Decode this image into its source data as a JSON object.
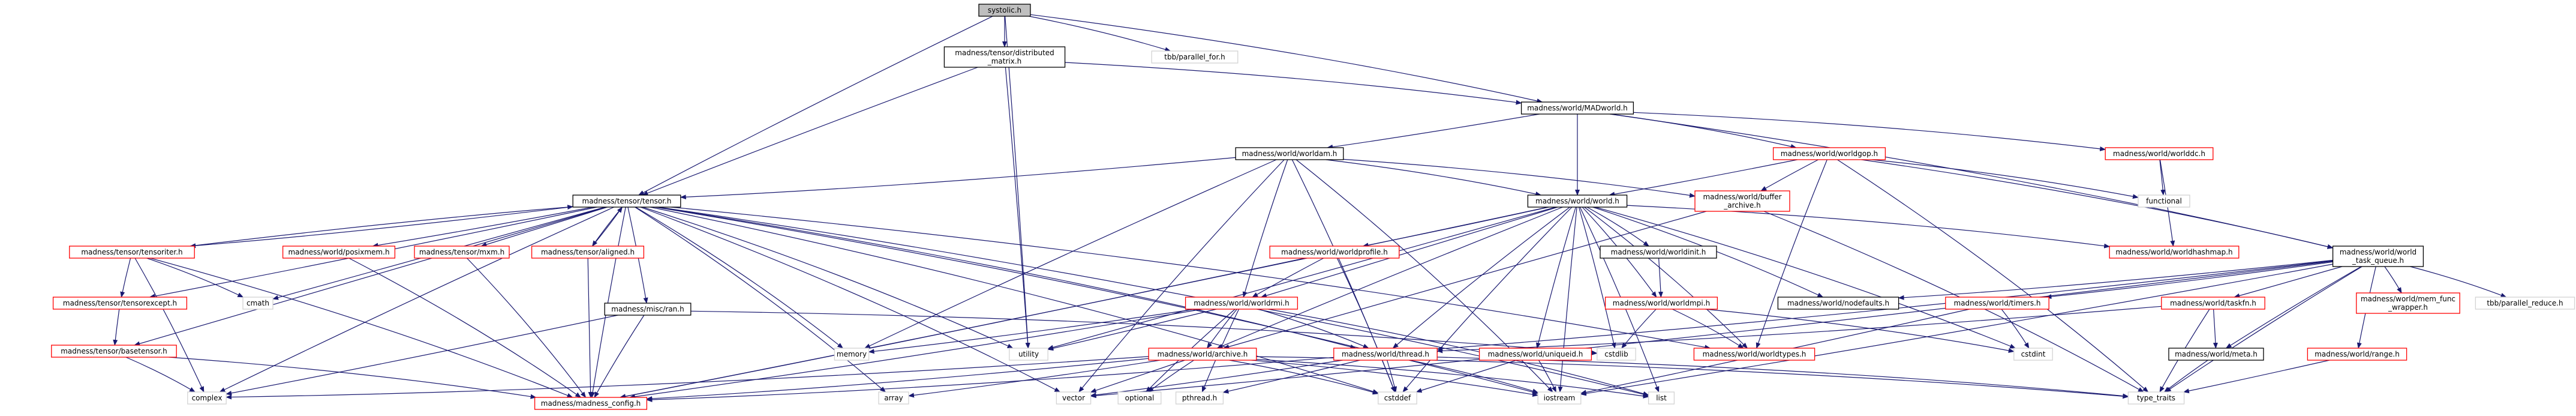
{
  "graph": {
    "title": "systolic.h",
    "colors": {
      "edge": "#191970",
      "documented_border": "#000000",
      "undocumented_border": "#d3d3d3",
      "truncated_border": "#ff0000",
      "root_fill": "#bfbfbf",
      "node_fill": "#ffffff"
    },
    "nodes": [
      {
        "id": "root",
        "lines": [
          "systolic.h"
        ],
        "style": "root"
      },
      {
        "id": "distmat",
        "lines": [
          "madness/tensor/distributed",
          "_matrix.h"
        ],
        "style": "doc"
      },
      {
        "id": "tbbpf",
        "lines": [
          "tbb/parallel_for.h"
        ],
        "style": "ext"
      },
      {
        "id": "madworld",
        "lines": [
          "madness/world/MADworld.h"
        ],
        "style": "doc"
      },
      {
        "id": "worlddc",
        "lines": [
          "madness/world/worlddc.h"
        ],
        "style": "trunc"
      },
      {
        "id": "worldgop",
        "lines": [
          "madness/world/worldgop.h"
        ],
        "style": "trunc"
      },
      {
        "id": "worldam",
        "lines": [
          "madness/world/worldam.h"
        ],
        "style": "doc"
      },
      {
        "id": "tensor",
        "lines": [
          "madness/tensor/tensor.h"
        ],
        "style": "doc"
      },
      {
        "id": "world",
        "lines": [
          "madness/world/world.h"
        ],
        "style": "doc"
      },
      {
        "id": "buffer",
        "lines": [
          "madness/world/buffer",
          "_archive.h"
        ],
        "style": "trunc"
      },
      {
        "id": "functional",
        "lines": [
          "functional"
        ],
        "style": "ext"
      },
      {
        "id": "worldhashmap",
        "lines": [
          "madness/world/worldhashmap.h"
        ],
        "style": "trunc"
      },
      {
        "id": "wtq",
        "lines": [
          "madness/world/world",
          "_task_queue.h"
        ],
        "style": "doc"
      },
      {
        "id": "tensoriter",
        "lines": [
          "madness/tensor/tensoriter.h"
        ],
        "style": "trunc"
      },
      {
        "id": "posixmem",
        "lines": [
          "madness/world/posixmem.h"
        ],
        "style": "trunc"
      },
      {
        "id": "mxm",
        "lines": [
          "madness/tensor/mxm.h"
        ],
        "style": "trunc"
      },
      {
        "id": "aligned",
        "lines": [
          "madness/tensor/aligned.h"
        ],
        "style": "trunc"
      },
      {
        "id": "worldprofile",
        "lines": [
          "madness/world/worldprofile.h"
        ],
        "style": "trunc"
      },
      {
        "id": "worldinit",
        "lines": [
          "madness/world/worldinit.h"
        ],
        "style": "doc"
      },
      {
        "id": "nodefaults",
        "lines": [
          "madness/world/nodefaults.h"
        ],
        "style": "doc"
      },
      {
        "id": "worldtimers",
        "lines": [
          "madness/world/timers.h"
        ],
        "style": "trunc"
      },
      {
        "id": "taskfn",
        "lines": [
          "madness/world/taskfn.h"
        ],
        "style": "trunc"
      },
      {
        "id": "memfunc",
        "lines": [
          "madness/world/mem_func",
          "_wrapper.h"
        ],
        "style": "trunc"
      },
      {
        "id": "tbbpr",
        "lines": [
          "tbb/parallel_reduce.h"
        ],
        "style": "ext"
      },
      {
        "id": "cmath",
        "lines": [
          "cmath"
        ],
        "style": "ext"
      },
      {
        "id": "tensorexcept",
        "lines": [
          "madness/tensor/tensorexcept.h"
        ],
        "style": "trunc"
      },
      {
        "id": "misctran",
        "lines": [
          "madness/misc/ran.h"
        ],
        "style": "doc"
      },
      {
        "id": "worldrmi",
        "lines": [
          "madness/world/worldrmi.h"
        ],
        "style": "trunc"
      },
      {
        "id": "worldmpi",
        "lines": [
          "madness/world/worldmpi.h"
        ],
        "style": "trunc"
      },
      {
        "id": "basetensor",
        "lines": [
          "madness/tensor/basetensor.h"
        ],
        "style": "trunc"
      },
      {
        "id": "memory",
        "lines": [
          "memory"
        ],
        "style": "ext"
      },
      {
        "id": "utility",
        "lines": [
          "utility"
        ],
        "style": "ext"
      },
      {
        "id": "thread",
        "lines": [
          "madness/world/thread.h"
        ],
        "style": "trunc"
      },
      {
        "id": "cstdlib",
        "lines": [
          "cstdlib"
        ],
        "style": "ext"
      },
      {
        "id": "worldtypes",
        "lines": [
          "madness/world/worldtypes.h"
        ],
        "style": "trunc"
      },
      {
        "id": "cstdint",
        "lines": [
          "cstdint"
        ],
        "style": "ext"
      },
      {
        "id": "archive",
        "lines": [
          "madness/world/archive.h"
        ],
        "style": "trunc"
      },
      {
        "id": "uniqueid",
        "lines": [
          "madness/world/uniqueid.h"
        ],
        "style": "trunc"
      },
      {
        "id": "meta",
        "lines": [
          "madness/world/meta.h"
        ],
        "style": "doc"
      },
      {
        "id": "range",
        "lines": [
          "madness/world/range.h"
        ],
        "style": "trunc"
      },
      {
        "id": "complex",
        "lines": [
          "complex"
        ],
        "style": "ext"
      },
      {
        "id": "madconfig",
        "lines": [
          "madness/madness_config.h"
        ],
        "style": "trunc"
      },
      {
        "id": "array",
        "lines": [
          "array"
        ],
        "style": "ext"
      },
      {
        "id": "vector",
        "lines": [
          "vector"
        ],
        "style": "ext"
      },
      {
        "id": "optional",
        "lines": [
          "optional"
        ],
        "style": "ext"
      },
      {
        "id": "pthread",
        "lines": [
          "pthread.h"
        ],
        "style": "ext"
      },
      {
        "id": "cstddef",
        "lines": [
          "cstddef"
        ],
        "style": "ext"
      },
      {
        "id": "iostream",
        "lines": [
          "iostream"
        ],
        "style": "ext"
      },
      {
        "id": "list",
        "lines": [
          "list"
        ],
        "style": "ext"
      },
      {
        "id": "typetraits",
        "lines": [
          "type_traits"
        ],
        "style": "ext"
      }
    ],
    "edges": [
      [
        "root",
        "distmat"
      ],
      [
        "root",
        "tbbpf"
      ],
      [
        "root",
        "madworld"
      ],
      [
        "root",
        "tensor"
      ],
      [
        "root",
        "utility"
      ],
      [
        "distmat",
        "tensor"
      ],
      [
        "distmat",
        "madworld"
      ],
      [
        "distmat",
        "utility"
      ],
      [
        "madworld",
        "worldam"
      ],
      [
        "madworld",
        "world"
      ],
      [
        "madworld",
        "worldgop"
      ],
      [
        "madworld",
        "worlddc"
      ],
      [
        "madworld",
        "wtq"
      ],
      [
        "worldam",
        "tensor"
      ],
      [
        "worldam",
        "world"
      ],
      [
        "worldam",
        "buffer"
      ],
      [
        "worldam",
        "worldrmi"
      ],
      [
        "worldam",
        "memory"
      ],
      [
        "worldam",
        "vector"
      ],
      [
        "worldam",
        "cstddef"
      ],
      [
        "worldam",
        "iostream"
      ],
      [
        "worldgop",
        "world"
      ],
      [
        "worldgop",
        "buffer"
      ],
      [
        "worldgop",
        "functional"
      ],
      [
        "worldgop",
        "wtq"
      ],
      [
        "worldgop",
        "worldtypes"
      ],
      [
        "worldgop",
        "typetraits"
      ],
      [
        "worlddc",
        "functional"
      ],
      [
        "worlddc",
        "worldhashmap"
      ],
      [
        "world",
        "worldprofile"
      ],
      [
        "world",
        "worldinit"
      ],
      [
        "world",
        "worldmpi"
      ],
      [
        "world",
        "worldhashmap"
      ],
      [
        "world",
        "nodefaults"
      ],
      [
        "world",
        "worldrmi"
      ],
      [
        "world",
        "thread"
      ],
      [
        "world",
        "uniqueid"
      ],
      [
        "world",
        "utility"
      ],
      [
        "world",
        "cstddef"
      ],
      [
        "world",
        "iostream"
      ],
      [
        "world",
        "list"
      ],
      [
        "world",
        "cstdint"
      ],
      [
        "world",
        "madconfig"
      ],
      [
        "world",
        "archive"
      ],
      [
        "world",
        "worldtypes"
      ],
      [
        "world",
        "cstdlib"
      ],
      [
        "buffer",
        "archive"
      ],
      [
        "buffer",
        "typetraits"
      ],
      [
        "wtq",
        "nodefaults"
      ],
      [
        "wtq",
        "worldtimers"
      ],
      [
        "wtq",
        "taskfn"
      ],
      [
        "wtq",
        "memfunc"
      ],
      [
        "wtq",
        "tbbpr"
      ],
      [
        "wtq",
        "meta"
      ],
      [
        "wtq",
        "range"
      ],
      [
        "wtq",
        "thread"
      ],
      [
        "wtq",
        "iostream"
      ],
      [
        "wtq",
        "typetraits"
      ],
      [
        "wtq",
        "vector"
      ],
      [
        "tensor",
        "tensoriter"
      ],
      [
        "tensor",
        "posixmem"
      ],
      [
        "tensor",
        "mxm"
      ],
      [
        "tensor",
        "aligned"
      ],
      [
        "tensor",
        "misctran"
      ],
      [
        "tensor",
        "cmath"
      ],
      [
        "tensor",
        "tensorexcept"
      ],
      [
        "tensor",
        "basetensor"
      ],
      [
        "tensor",
        "complex"
      ],
      [
        "tensor",
        "memory"
      ],
      [
        "tensor",
        "array"
      ],
      [
        "tensor",
        "vector"
      ],
      [
        "tensor",
        "iostream"
      ],
      [
        "tensor",
        "utility"
      ],
      [
        "tensor",
        "list"
      ],
      [
        "tensor",
        "cstddef"
      ],
      [
        "tensor",
        "madconfig"
      ],
      [
        "tensor",
        "thread"
      ],
      [
        "tensor",
        "worldtypes"
      ],
      [
        "tensoriter",
        "tensor"
      ],
      [
        "tensoriter",
        "tensorexcept"
      ],
      [
        "tensoriter",
        "cmath"
      ],
      [
        "tensoriter",
        "complex"
      ],
      [
        "tensoriter",
        "madconfig"
      ],
      [
        "tensorexcept",
        "basetensor"
      ],
      [
        "basetensor",
        "complex"
      ],
      [
        "basetensor",
        "madconfig"
      ],
      [
        "posixmem",
        "madconfig"
      ],
      [
        "mxm",
        "madconfig"
      ],
      [
        "aligned",
        "tensor"
      ],
      [
        "aligned",
        "madconfig"
      ],
      [
        "misctran",
        "complex"
      ],
      [
        "misctran",
        "madconfig"
      ],
      [
        "misctran",
        "cstdlib"
      ],
      [
        "worldprofile",
        "worldrmi"
      ],
      [
        "worldprofile",
        "madconfig"
      ],
      [
        "worldprofile",
        "cstddef"
      ],
      [
        "worldinit",
        "worldmpi"
      ],
      [
        "worldmpi",
        "cstdlib"
      ],
      [
        "worldmpi",
        "worldtypes"
      ],
      [
        "worldmpi",
        "cstdint"
      ],
      [
        "worldrmi",
        "memory"
      ],
      [
        "worldrmi",
        "utility"
      ],
      [
        "worldrmi",
        "thread"
      ],
      [
        "worldrmi",
        "archive"
      ],
      [
        "worldrmi",
        "pthread"
      ],
      [
        "worldrmi",
        "list"
      ],
      [
        "worldrmi",
        "optional"
      ],
      [
        "worldrmi",
        "madconfig"
      ],
      [
        "archive",
        "complex"
      ],
      [
        "archive",
        "array"
      ],
      [
        "archive",
        "vector"
      ],
      [
        "archive",
        "optional"
      ],
      [
        "archive",
        "madconfig"
      ],
      [
        "archive",
        "typetraits"
      ],
      [
        "archive",
        "iostream"
      ],
      [
        "archive",
        "list"
      ],
      [
        "archive",
        "cstddef"
      ],
      [
        "thread",
        "pthread"
      ],
      [
        "thread",
        "cstddef"
      ],
      [
        "thread",
        "vector"
      ],
      [
        "thread",
        "iostream"
      ],
      [
        "thread",
        "madconfig"
      ],
      [
        "thread",
        "typetraits"
      ],
      [
        "uniqueid",
        "cstddef"
      ],
      [
        "uniqueid",
        "iostream"
      ],
      [
        "worldtimers",
        "iostream"
      ],
      [
        "worldtimers",
        "cstdint"
      ],
      [
        "taskfn",
        "meta"
      ],
      [
        "taskfn",
        "thread"
      ],
      [
        "taskfn",
        "typetraits"
      ],
      [
        "meta",
        "typetraits"
      ],
      [
        "range",
        "typetraits"
      ]
    ]
  }
}
